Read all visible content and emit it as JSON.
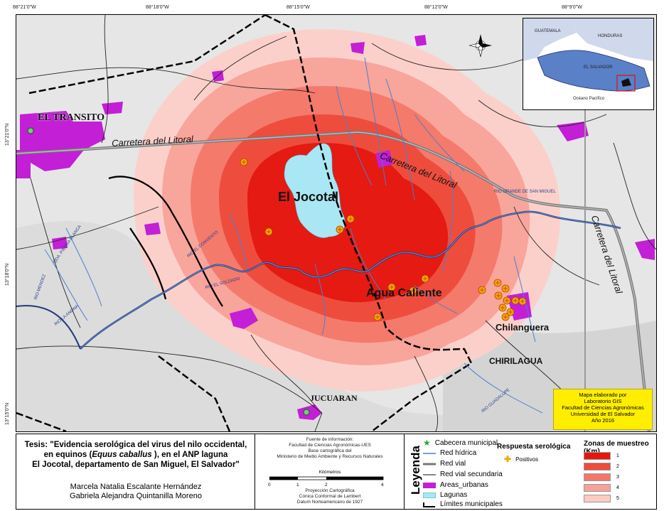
{
  "coords": {
    "top": [
      "88°21'0\"W",
      "88°18'0\"W",
      "88°15'0\"W",
      "88°12'0\"W",
      "88°9'0\"W"
    ],
    "left": [
      "13°21'0\"N",
      "13°18'0\"N",
      "13°15'0\"N"
    ]
  },
  "places": {
    "el_transito": "EL TRANSITO",
    "el_jocotal": "El Jocotal",
    "agua_caliente": "Agua Caliente",
    "chilanguera": "Chilanguera",
    "chirilagua": "CHIRILAGUA",
    "jucuaran": "JUCUARAN"
  },
  "roads": {
    "litoral_1": "Carretera del Litoral",
    "litoral_2": "Carretera del Litoral",
    "litoral_3": "Carretera del Litoral"
  },
  "rivers": {
    "r1": "RIO GRANDE DE SAN MIGUEL",
    "r2": "RIO EL CONVENTO",
    "r3": "RIO MENDEZ",
    "r4": "RIO LA ANONA",
    "r5": "QDA. PIEDRA BLANCA",
    "r6": "RIO GUADALUPE",
    "r7": "RIO EL SOLDADO"
  },
  "inset": {
    "guatemala": "GUATEMALA",
    "honduras": "HONDURAS",
    "el_salvador": "EL SALVADOR",
    "pacific": "Océano Pacífico"
  },
  "credit": {
    "line1": "Mapa elaborado por",
    "line2": "Laboratorio GIS",
    "line3": "Facultad de Ciencias Agronómicas",
    "line4": "Universidad de El Salvador",
    "line5": "Año 2016"
  },
  "thesis": {
    "line1": "Tesis: \"Evidencia serológica del virus del nilo occidental,",
    "line2a": "en equinos (",
    "line2b": "Equus caballus",
    "line2c": " ), en el ANP laguna",
    "line3": "El Jocotal, departamento de San Miguel, El Salvador\""
  },
  "authors": {
    "a1": "Marcela Natalia Escalante Hernández",
    "a2": "Gabriela Alejandra Quintanilla Moreno"
  },
  "sources": {
    "s1": "Fuente de información:",
    "s2": "Facultad de Ciencias Agronómicas-UES",
    "s3": "Base cartográfica del",
    "s4": "Ministerio de Medio Ambiente y Recursos Naturales",
    "km": "Kilómetros",
    "t0": "0",
    "t1": "1",
    "t2": "2",
    "t4": "4",
    "p1": "Proyección Cartográfica",
    "p2": "Cónica Conformal de Lambert",
    "p3": "Datum Norteamericano de 1927"
  },
  "legend": {
    "title": "Leyenda",
    "cabecera": "Cabecera municipal",
    "red_hidrica": "Red hídrica",
    "red_vial": "Red vial",
    "red_vial_sec": "Red vial secundaria",
    "areas_urbanas": "Areas_urbanas",
    "lagunas": "Lagunas",
    "limites": "Límites municipales",
    "respuesta": "Respuesta serológica",
    "positivos": "Positivos"
  },
  "zones": {
    "title": "Zonas de muestreo (Km)",
    "items": [
      {
        "label": "1",
        "color": "#e8150f"
      },
      {
        "label": "2",
        "color": "#ef4a3c"
      },
      {
        "label": "3",
        "color": "#f37769"
      },
      {
        "label": "4",
        "color": "#f7a299"
      },
      {
        "label": "5",
        "color": "#fbcbc4"
      }
    ]
  },
  "colors": {
    "urban": "#c21fd6",
    "lagoon": "#a9e7f4",
    "river": "#4a7fcf",
    "positive": "#f6a800"
  }
}
